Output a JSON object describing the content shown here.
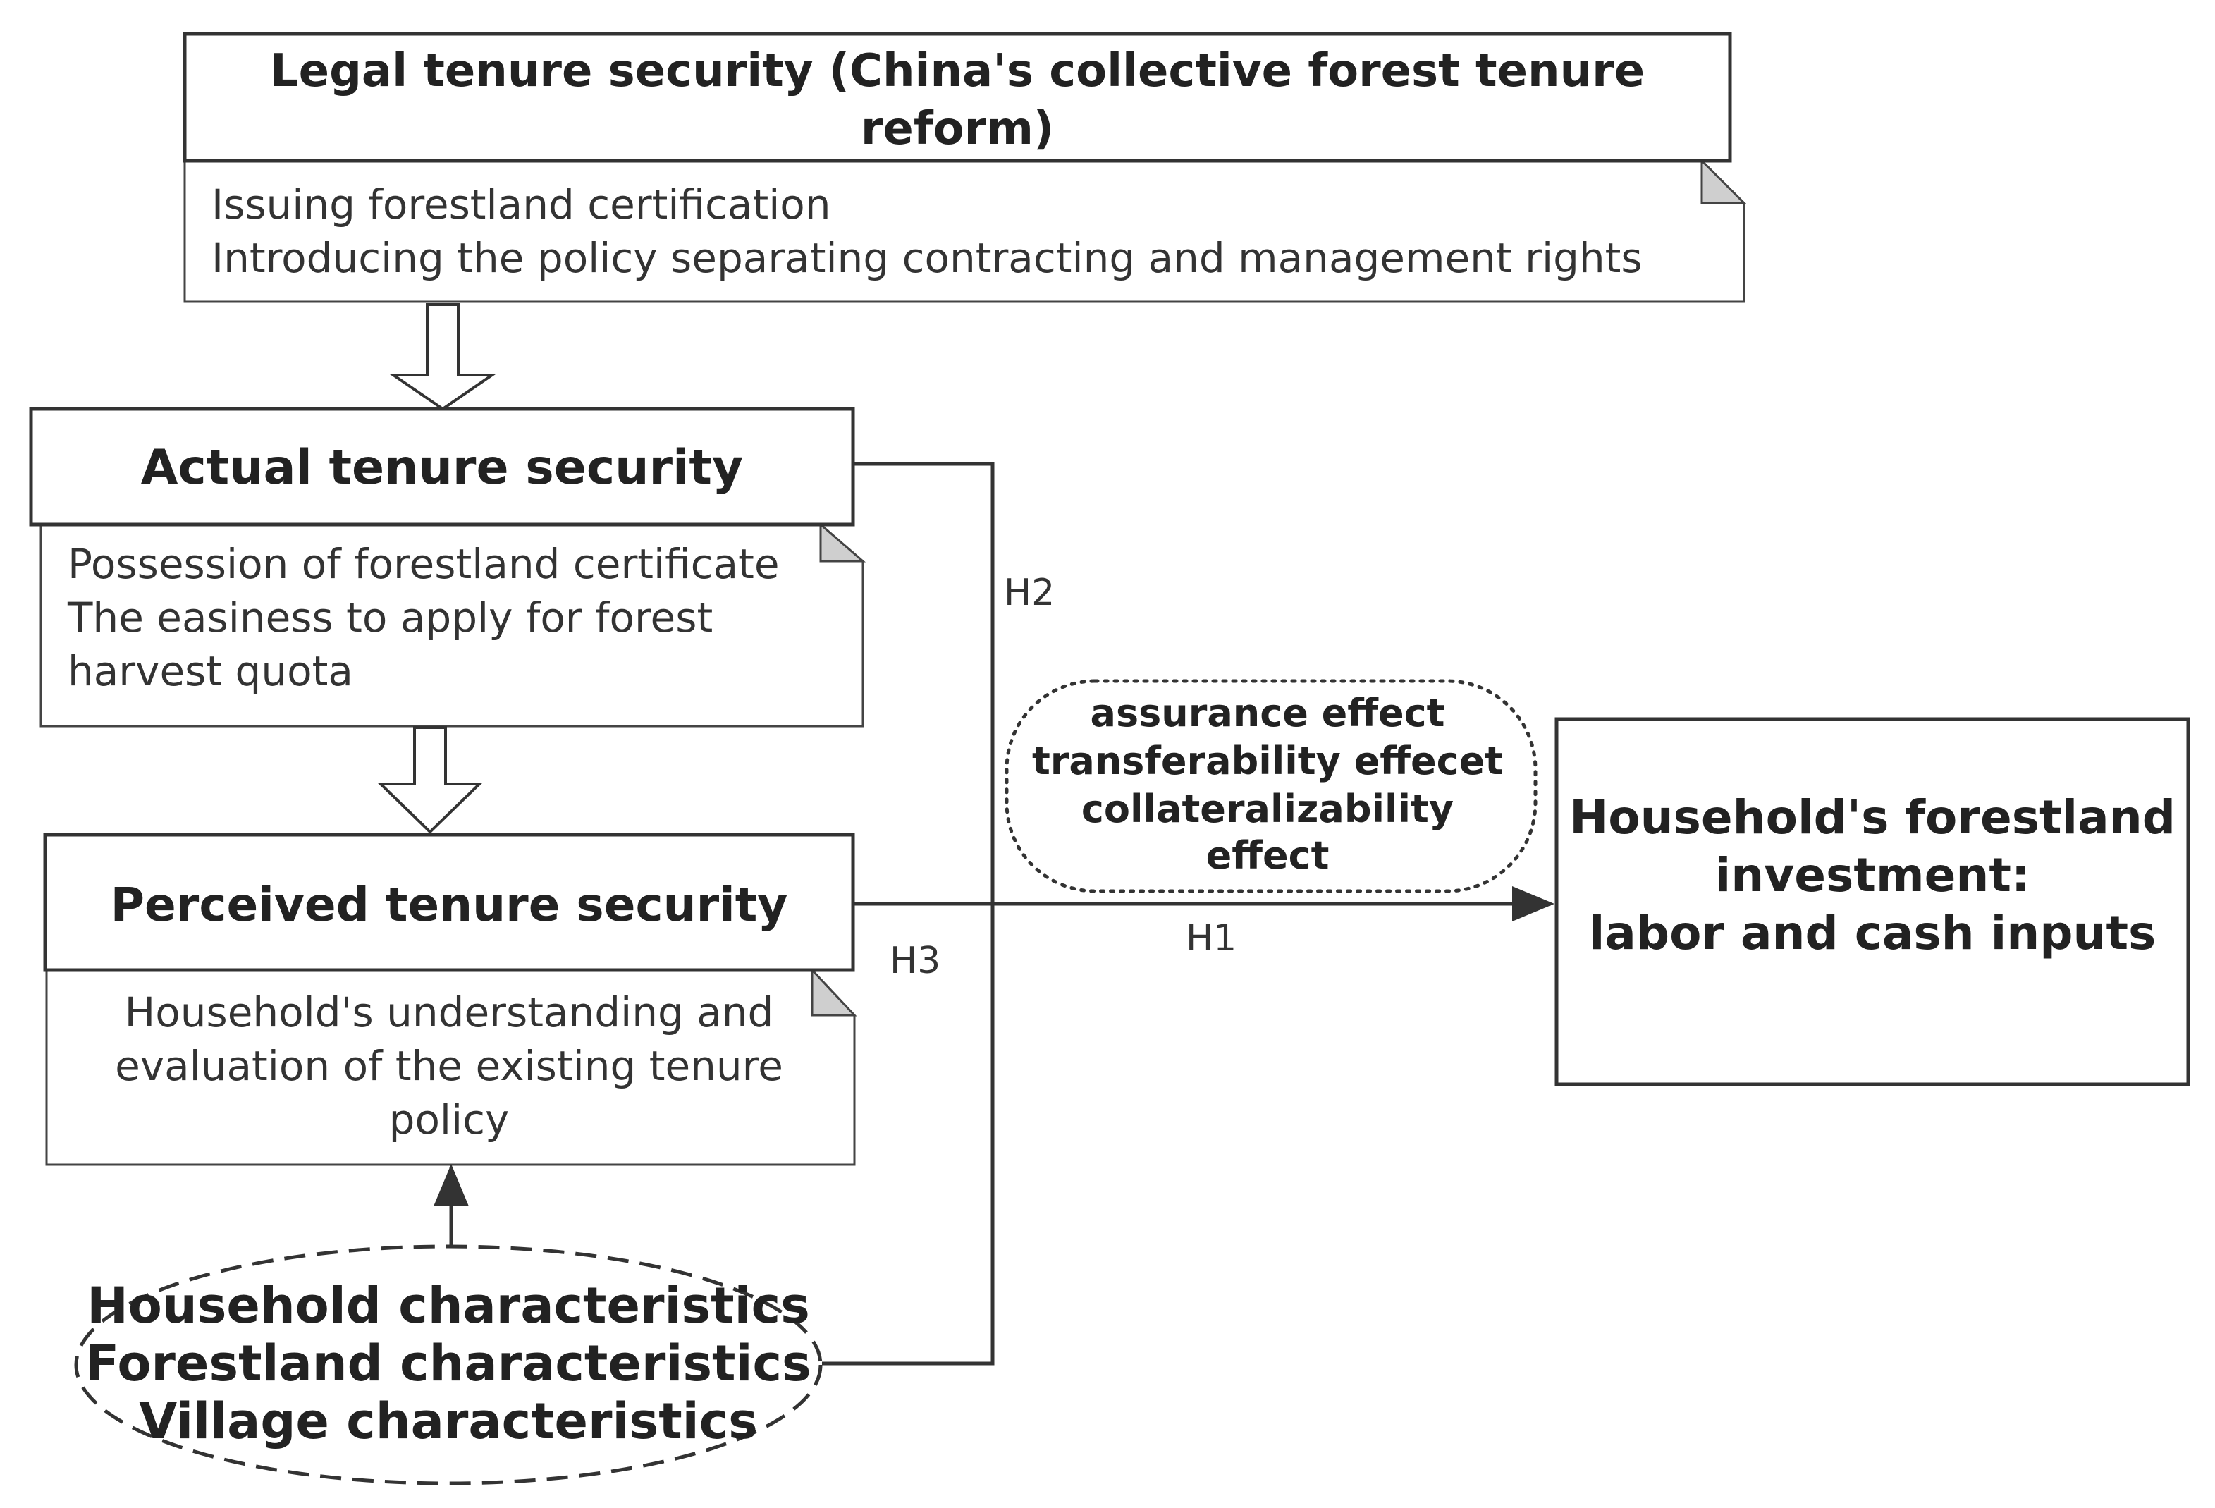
{
  "legal": {
    "title_line1": "Legal tenure security (China's collective forest tenure",
    "title_line2": "reform)",
    "note_line1": "Issuing forestland certification",
    "note_line2": "Introducing the policy separating contracting and management rights"
  },
  "actual": {
    "title": "Actual tenure security",
    "note_line1": "Possession of forestland certificate",
    "note_line2": "The easiness to apply for forest",
    "note_line3": "harvest quota"
  },
  "perceived": {
    "title": "Perceived tenure security",
    "note_line1": "Household's understanding and",
    "note_line2": "evaluation of the existing tenure",
    "note_line3": "policy"
  },
  "characteristics": {
    "line1": "Household characteristics",
    "line2": "Forestland characteristics",
    "line3": "Village characteristics"
  },
  "effects": {
    "line1": "assurance effect",
    "line2": "transferability effecet",
    "line3": "collateralizability",
    "line4": "effect"
  },
  "investment": {
    "line1": "Household's forestland",
    "line2": "investment:",
    "line3": "labor and cash inputs"
  },
  "hypotheses": {
    "h1": "H1",
    "h2": "H2",
    "h3": "H3"
  }
}
